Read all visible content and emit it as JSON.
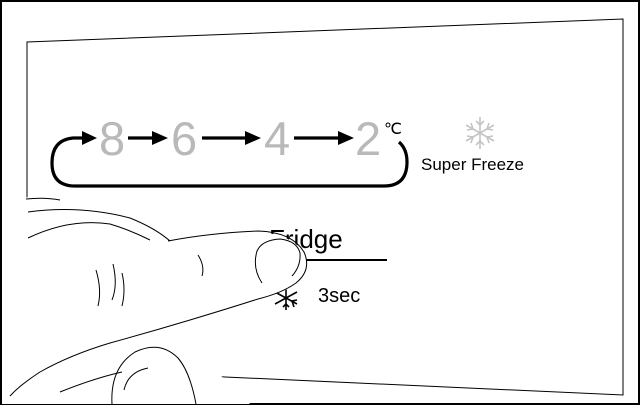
{
  "panel": {
    "temperatures": [
      "8",
      "6",
      "4",
      "2"
    ],
    "unit": "℃",
    "super_freeze_label": "Super Freeze",
    "zone_label": "Fridge",
    "hold_label": "3sec"
  },
  "icons": {
    "super_freeze": "snowflake-icon",
    "hold": "snowflake-icon"
  },
  "colors": {
    "outline": "#000000",
    "inactive_digit": "#b9b9b9",
    "inactive_icon": "#c4c4c4"
  }
}
